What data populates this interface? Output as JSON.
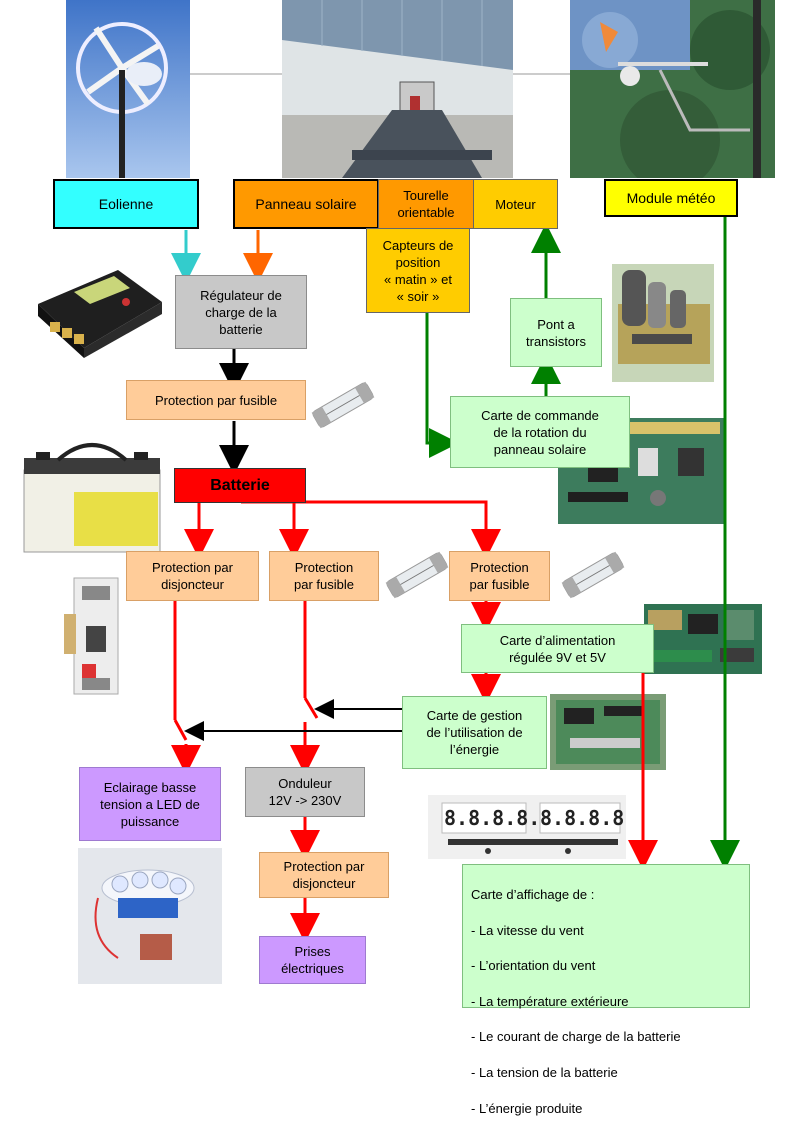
{
  "sources": {
    "eolienne": "Eolienne",
    "panneau": "Panneau solaire",
    "tourelle": "Tourelle\norientable",
    "moteur": "Moteur",
    "meteo": "Module météo"
  },
  "blocks": {
    "capteurs": "Capteurs de\nposition\n« matin » et\n« soir »",
    "regulateur": "Régulateur de\ncharge de la\nbatterie",
    "pont": "Pont a\ntransistors",
    "protection_fusible_main": "Protection par fusible",
    "carte_commande": "Carte de commande\nde la rotation du\npanneau solaire",
    "batterie": "Batterie",
    "prot_disjoncteur_1": "Protection par\ndisjoncteur",
    "prot_fusible_2": "Protection\npar fusible",
    "prot_fusible_3": "Protection\npar fusible",
    "carte_alim": "Carte d’alimentation\nrégulée 9V et 5V",
    "carte_gestion": "Carte de gestion\nde l’utilisation de\nl’énergie",
    "eclairage": "Eclairage basse\ntension a LED de\npuissance",
    "onduleur": "Onduleur\n12V -> 230V",
    "prot_disjoncteur_2": "Protection par\ndisjoncteur",
    "prises": "Prises\nélectriques"
  },
  "affichage": {
    "title": "Carte d’affichage de :",
    "items": [
      "- La vitesse du vent",
      "- L’orientation du vent",
      "- La température extérieure",
      "- Le courant de charge de la batterie",
      "- La tension de la batterie",
      "- L’énergie produite"
    ]
  },
  "display_digits": [
    "8.8.8.8.",
    "8.8.8.8."
  ],
  "colors": {
    "eolienne": "#33ffff",
    "panneau": "#ff9900",
    "tourelle": "#ffcc00",
    "meteo": "#ffff00",
    "batterie": "#ff0000",
    "green_box": "#ccffcc",
    "peach_box": "#ffcc99",
    "purple_box": "#cc99ff",
    "gray_box": "#c8c8c8",
    "red_wire": "#ff0000",
    "green_wire": "#008000",
    "cyan_wire": "#33cccc",
    "orange_wire": "#ff6600"
  }
}
